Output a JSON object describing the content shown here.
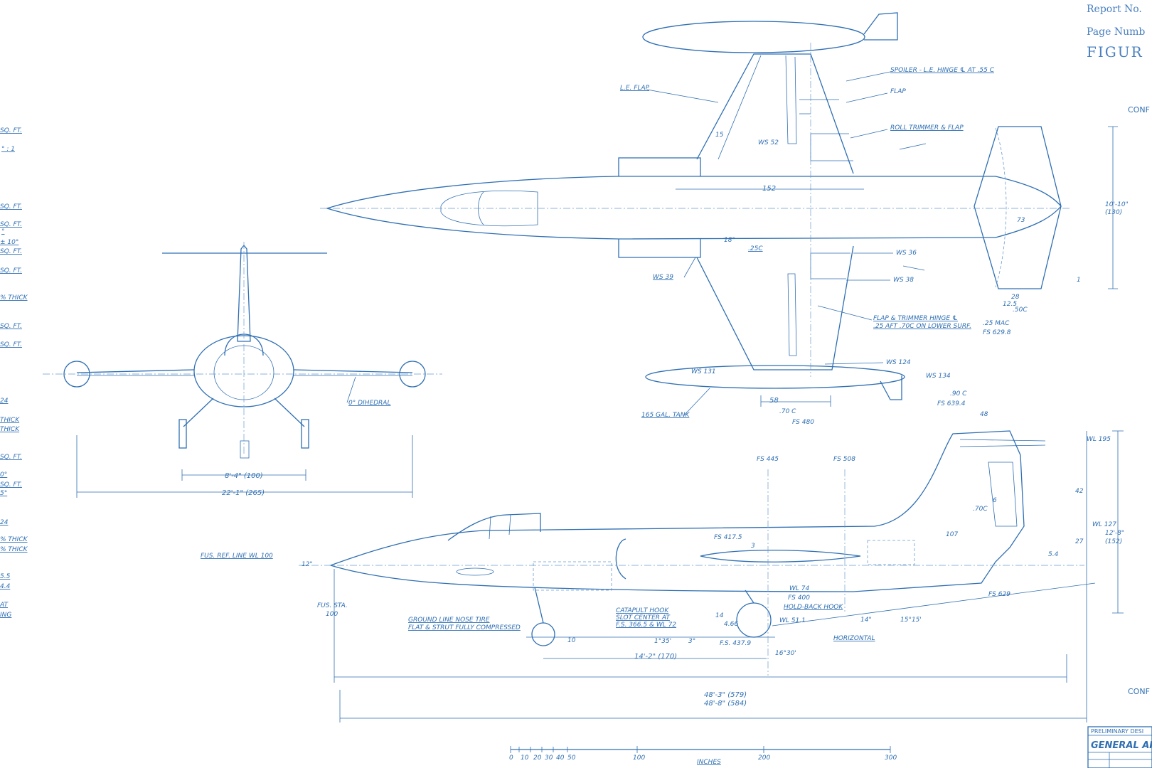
{
  "header": {
    "report_no": "Report No.",
    "page_number": "Page Numb",
    "figure": "FIGUR",
    "conf_top": "CONF",
    "conf_bottom": "CONF"
  },
  "title_block": {
    "company": "GENERAL AI",
    "preliminary": "PRELIMINARY DESI"
  },
  "left_margin_fragments": [
    "SQ. FT.",
    "° : 1",
    "SQ. FT.",
    "SQ. FT.",
    "°",
    "± 10°",
    "SQ. FT.",
    "SQ. FT.",
    "% THICK",
    "SQ. FT.",
    "SQ. FT.",
    "24",
    "THICK",
    "THICK",
    "SQ. FT.",
    "0°",
    "SQ. FT.",
    "5°",
    "24",
    "% THICK",
    "% THICK",
    "5.5",
    "4.4",
    "AT",
    "ING"
  ],
  "plan_view": {
    "le_flap": "L.E. FLAP",
    "spoiler": "SPOILER - L.E. HINGE ℄ AT .55 C",
    "flap": "FLAP",
    "roll_trimmer": "ROLL TRIMMER & FLAP",
    "ws_52": "WS 52",
    "dim_152": "152",
    "dim_10_10": "10'-10\"",
    "dim_130": "(130)",
    "dim_73": "73",
    "sweep_18": "18°",
    "quarter_chord": ".25C",
    "ws_36": "WS 36",
    "ws_39": "WS 39",
    "ws_38": "WS 38",
    "flap_trimmer_hinge_1": "FLAP & TRIMMER HINGE ℄",
    "flap_trimmer_hinge_2": ".25 AFT .70C ON LOWER SURF.",
    "mac": ".25 MAC",
    "fs_629_8": "FS 629.8",
    "dim_28": "28",
    "dim_12_5": "12.5",
    "dim_50c": ".50C",
    "dim_1": "1",
    "ws_124": "WS 124",
    "ws_131": "WS 131",
    "ws_134": "WS 134",
    "tank": "165 GAL. TANK",
    "dim_58": "58",
    "dim_70c": ".70 C",
    "fs_480": "FS 480",
    "dim_15": "15"
  },
  "front_view": {
    "dihedral": "0° DIHEDRAL",
    "track": "8'-4\" (100)",
    "span": "22'-1\" (265)"
  },
  "side_view": {
    "dim_90c": ".90 C",
    "fs_639_4": "FS 639.4",
    "dim_48": "48",
    "wl_195": "WL 195",
    "fs_445": "FS 445",
    "fs_508": "FS 508",
    "dim_42": "42",
    "dim_6": "6",
    "dim_70c": ".70C",
    "wl_127": "WL 127",
    "dim_107": "107",
    "dim_12_8": "12'-8\"",
    "dim_152": "(152)",
    "dim_27": "27",
    "dim_5_4": "5.4",
    "fus_ref_line": "FUS. REF. LINE  WL 100",
    "dim_12": "12\"",
    "fs_417_5": "FS 417.5",
    "dim_3": "3",
    "fs_629": "FS 629",
    "fus_sta": "FUS. STA.",
    "fus_sta_val": "100",
    "wl_74": "WL 74",
    "fs_400": "FS 400",
    "hold_back": "HOLD-BACK HOOK",
    "catapult_1": "CATAPULT HOOK",
    "catapult_2": "SLOT CENTER AT",
    "catapult_3": "F.S. 366.5 & WL 72",
    "dim_14a": "14",
    "dim_4_66": "4.66",
    "wl_51_1": "WL 51.1",
    "dim_14b": "14\"",
    "dim_15_15": "15°15'",
    "horizontal": "HORIZONTAL",
    "ground_line_1": "GROUND LINE NOSE TIRE",
    "ground_line_2": "FLAT & STRUT FULLY COMPRESSED",
    "dim_10": "10",
    "dim_1_35": "1°35'",
    "dim_3deg": "3°",
    "fs_437_9": "F.S. 437.9",
    "dim_16_30": "16°30'",
    "dim_14_2": "14'-2\" (170)",
    "dim_48_3": "48'-3\" (579)",
    "dim_48_8": "48'-8\" (584)"
  },
  "scale_bar": {
    "ticks": [
      "0",
      "10",
      "20",
      "30",
      "40",
      "50",
      "100",
      "200",
      "300"
    ],
    "unit": "INCHES"
  }
}
